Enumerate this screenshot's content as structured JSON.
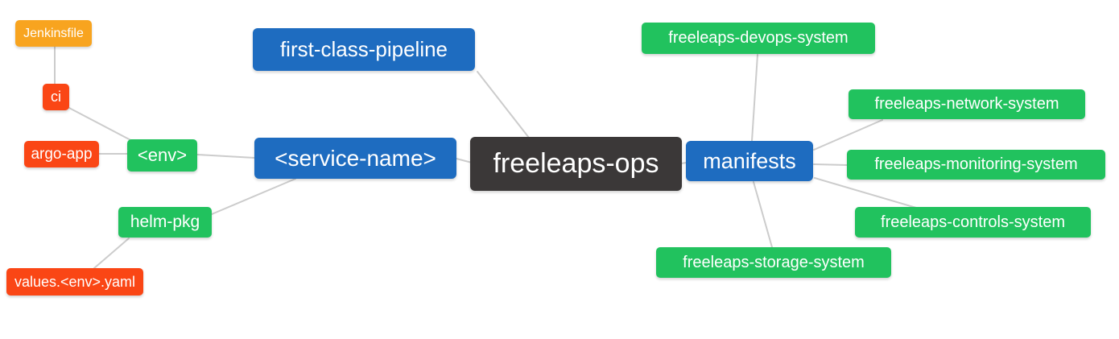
{
  "diagram": {
    "type": "mindmap",
    "background": "#ffffff",
    "edge_color": "#cccccc",
    "text_color": "#ffffff",
    "colors": {
      "orange": "#f8a41f",
      "red": "#fa4615",
      "green": "#21c25e",
      "blue": "#1e6cc0",
      "dark": "#3b3838"
    },
    "root_label": "freeleaps-ops",
    "nodes": [
      {
        "label": "Jenkinsfile",
        "color": "orange"
      },
      {
        "label": "ci",
        "color": "red"
      },
      {
        "label": "argo-app",
        "color": "red"
      },
      {
        "label": "<env>",
        "color": "green"
      },
      {
        "label": "helm-pkg",
        "color": "green"
      },
      {
        "label": "values.<env>.yaml",
        "color": "red"
      },
      {
        "label": "first-class-pipeline",
        "color": "blue"
      },
      {
        "label": "<service-name>",
        "color": "blue"
      },
      {
        "label": "freeleaps-ops",
        "color": "dark"
      },
      {
        "label": "manifests",
        "color": "blue"
      },
      {
        "label": "freeleaps-devops-system",
        "color": "green"
      },
      {
        "label": "freeleaps-network-system",
        "color": "green"
      },
      {
        "label": "freeleaps-monitoring-system",
        "color": "green"
      },
      {
        "label": "freeleaps-controls-system",
        "color": "green"
      },
      {
        "label": "freeleaps-storage-system",
        "color": "green"
      }
    ],
    "edges": [
      {
        "from": "Jenkinsfile",
        "to": "ci"
      },
      {
        "from": "ci",
        "to": "<env>"
      },
      {
        "from": "argo-app",
        "to": "<env>"
      },
      {
        "from": "<env>",
        "to": "<service-name>"
      },
      {
        "from": "<service-name>",
        "to": "helm-pkg"
      },
      {
        "from": "helm-pkg",
        "to": "values.<env>.yaml"
      },
      {
        "from": "<service-name>",
        "to": "freeleaps-ops"
      },
      {
        "from": "first-class-pipeline",
        "to": "freeleaps-ops"
      },
      {
        "from": "freeleaps-ops",
        "to": "manifests"
      },
      {
        "from": "manifests",
        "to": "freeleaps-devops-system"
      },
      {
        "from": "manifests",
        "to": "freeleaps-network-system"
      },
      {
        "from": "manifests",
        "to": "freeleaps-monitoring-system"
      },
      {
        "from": "manifests",
        "to": "freeleaps-controls-system"
      },
      {
        "from": "manifests",
        "to": "freeleaps-storage-system"
      }
    ]
  }
}
